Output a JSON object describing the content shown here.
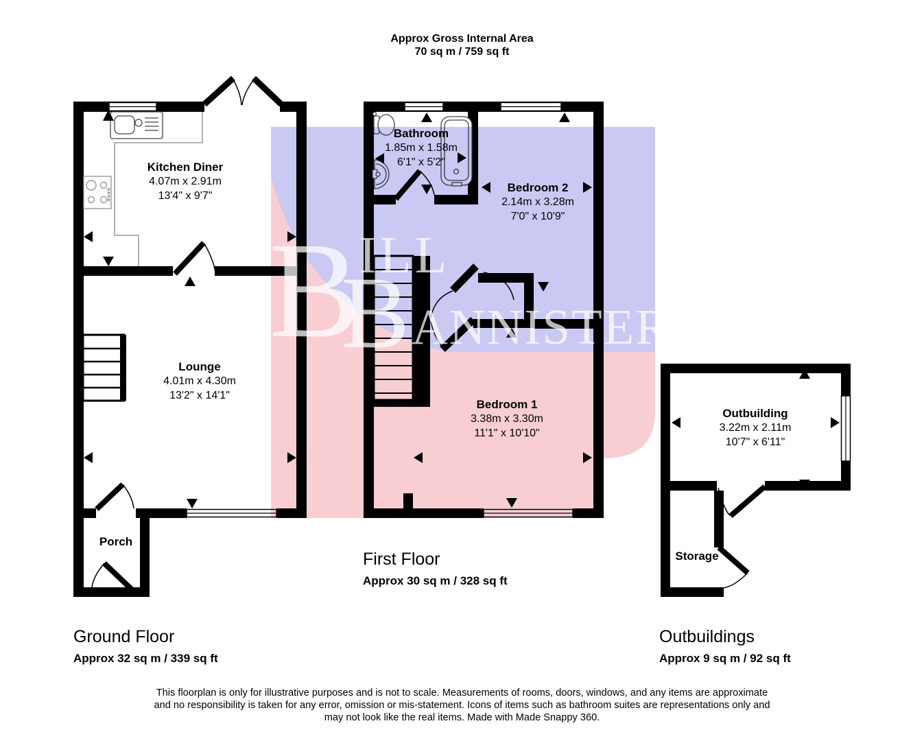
{
  "title": {
    "line1": "Approx Gross Internal Area",
    "line2": "70 sq m / 759 sq ft"
  },
  "watermark": {
    "initial1": "B",
    "rest1": "ILL",
    "initial2": "B",
    "rest2": "ANNISTER"
  },
  "rooms": {
    "kitchen": {
      "name": "Kitchen Diner",
      "metric": "4.07m x 2.91m",
      "imperial": "13'4\" x 9'7\""
    },
    "lounge": {
      "name": "Lounge",
      "metric": "4.01m x 4.30m",
      "imperial": "13'2\" x 14'1\""
    },
    "porch": {
      "name": "Porch"
    },
    "bathroom": {
      "name": "Bathroom",
      "metric": "1.85m x 1.58m",
      "imperial": "6'1\" x 5'2\""
    },
    "bedroom2": {
      "name": "Bedroom 2",
      "metric": "2.14m x 3.28m",
      "imperial": "7'0\" x 10'9\""
    },
    "bedroom1": {
      "name": "Bedroom 1",
      "metric": "3.38m x 3.30m",
      "imperial": "11'1\" x 10'10\""
    },
    "outbuilding": {
      "name": "Outbuilding",
      "metric": "3.22m x 2.11m",
      "imperial": "10'7\" x 6'11\""
    },
    "storage": {
      "name": "Storage"
    }
  },
  "sections": {
    "ground": {
      "label": "Ground Floor",
      "area": "Approx 32 sq m / 339 sq ft"
    },
    "first": {
      "label": "First Floor",
      "area": "Approx 30 sq m / 328 sq ft"
    },
    "outbuildings": {
      "label": "Outbuildings",
      "area": "Approx 9 sq m / 92 sq ft"
    }
  },
  "footer": {
    "line1": "This floorplan is only for illustrative purposes and is not to scale. Measurements of rooms, doors, windows, and any items are approximate",
    "line2": "and no responsibility is taken for any error, omission or mis-statement. Icons of items such as bathroom suites are representations only and",
    "line3": "may not look like the real items. Made with Made Snappy 360."
  },
  "colors": {
    "wall": "#000000",
    "banner_blue": "#c9c9f3",
    "banner_pink": "#f8ced3",
    "watermark_text": "rgba(255,255,255,0.73)"
  }
}
